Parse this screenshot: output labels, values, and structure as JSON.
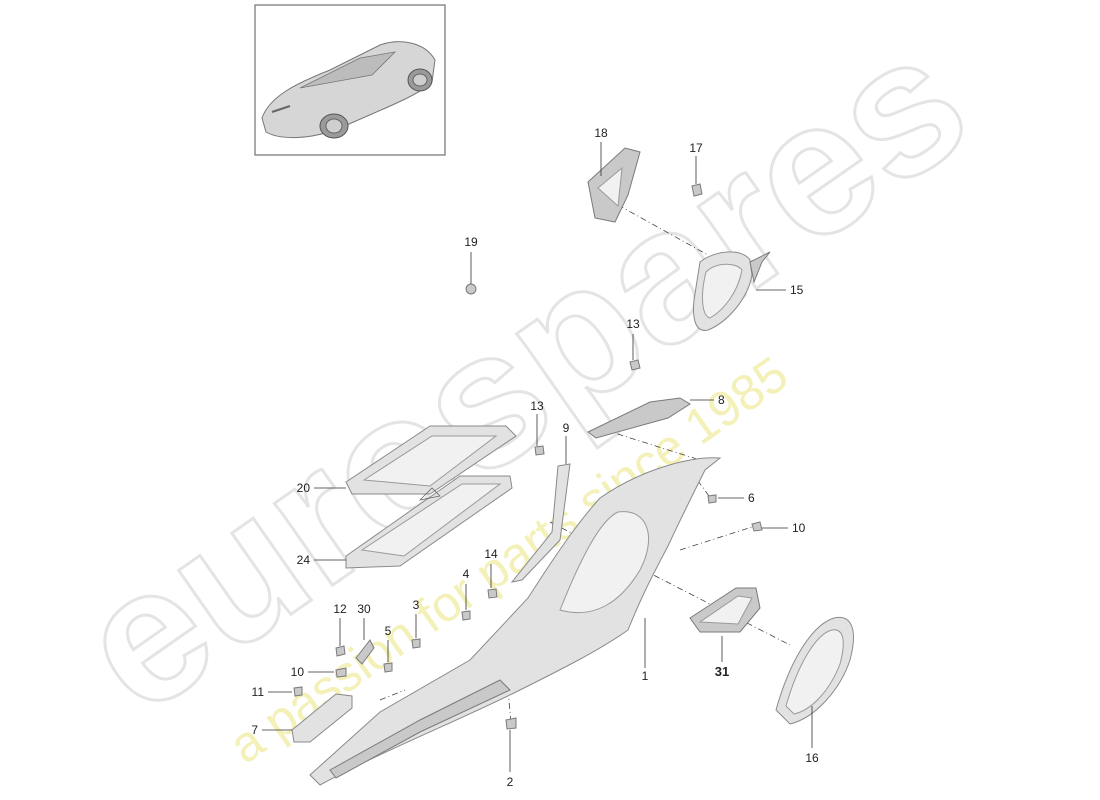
{
  "watermark": {
    "brand": "eurospares",
    "tagline": "a passion for parts since 1985"
  },
  "colors": {
    "watermark_brand": "#e8e8e8",
    "watermark_tagline": "#f3f0b8",
    "line": "#333333",
    "part_fill": "#e2e2e2"
  },
  "thumbnail": {
    "icon": "car-roadster-icon"
  },
  "callouts": [
    {
      "id": "1",
      "label": "1"
    },
    {
      "id": "2",
      "label": "2"
    },
    {
      "id": "3",
      "label": "3"
    },
    {
      "id": "4",
      "label": "4"
    },
    {
      "id": "5",
      "label": "5"
    },
    {
      "id": "6",
      "label": "6"
    },
    {
      "id": "7",
      "label": "7"
    },
    {
      "id": "8",
      "label": "8"
    },
    {
      "id": "9",
      "label": "9"
    },
    {
      "id": "10a",
      "label": "10"
    },
    {
      "id": "10b",
      "label": "10"
    },
    {
      "id": "11",
      "label": "11"
    },
    {
      "id": "12",
      "label": "12"
    },
    {
      "id": "13a",
      "label": "13"
    },
    {
      "id": "13b",
      "label": "13"
    },
    {
      "id": "14",
      "label": "14"
    },
    {
      "id": "15",
      "label": "15"
    },
    {
      "id": "16",
      "label": "16"
    },
    {
      "id": "17",
      "label": "17"
    },
    {
      "id": "18",
      "label": "18"
    },
    {
      "id": "19",
      "label": "19"
    },
    {
      "id": "20",
      "label": "20"
    },
    {
      "id": "24",
      "label": "24"
    },
    {
      "id": "30",
      "label": "30"
    },
    {
      "id": "31",
      "label": "31"
    }
  ]
}
